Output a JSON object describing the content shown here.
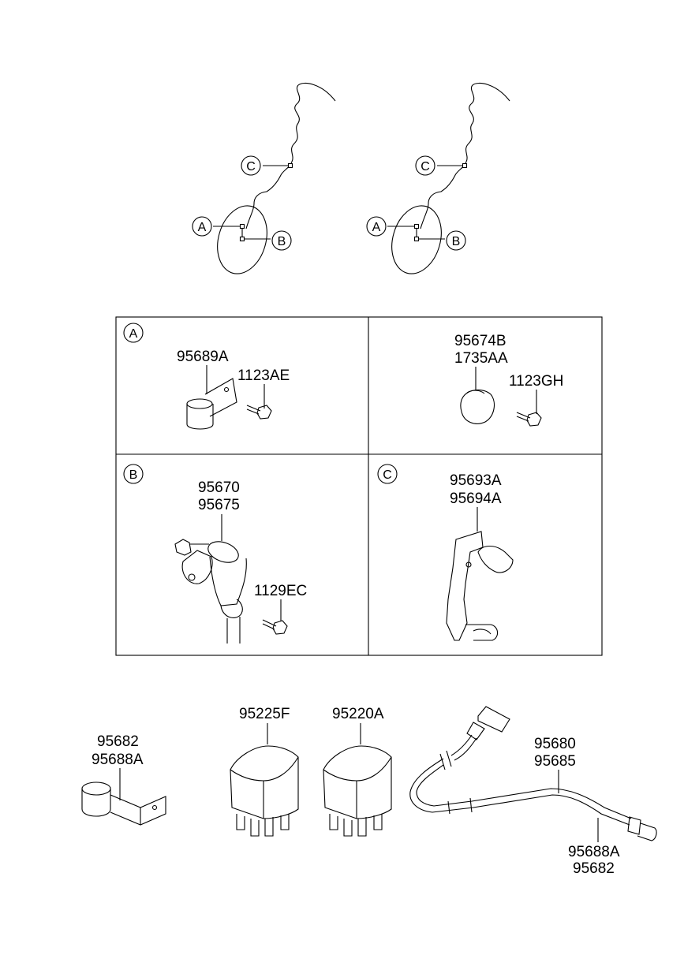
{
  "overview": {
    "callouts": [
      "A",
      "B",
      "C"
    ]
  },
  "panels": {
    "a": {
      "letter": "A",
      "parts": [
        "95689A",
        "1123AE"
      ]
    },
    "top_right": {
      "parts": [
        "95674B",
        "1735AA",
        "1123GH"
      ]
    },
    "b": {
      "letter": "B",
      "parts": [
        "95670",
        "95675",
        "1129EC"
      ]
    },
    "c": {
      "letter": "C",
      "parts": [
        "95693A",
        "95694A"
      ]
    }
  },
  "bottom": {
    "clamp": [
      "95682",
      "95688A"
    ],
    "relay_1": "95225F",
    "relay_2": "95220A",
    "sensor_cable": [
      "95680",
      "95685"
    ],
    "sensor_clamp": [
      "95688A",
      "95682"
    ]
  }
}
